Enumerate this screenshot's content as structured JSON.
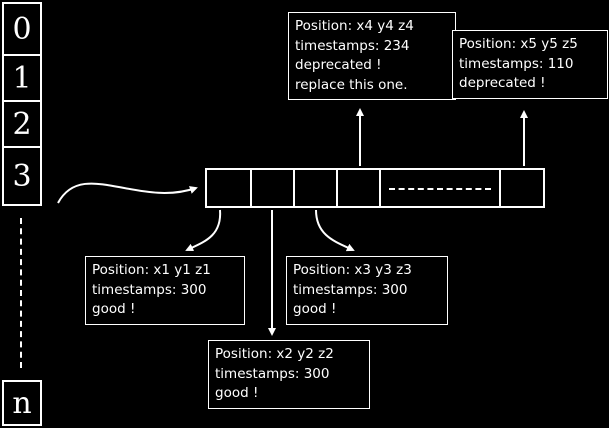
{
  "colors": {
    "background": "#000000",
    "foreground": "#ffffff"
  },
  "index_column": {
    "labels": [
      "0",
      "1",
      "2",
      "3"
    ],
    "last_label": "n"
  },
  "bucket_row": {
    "slot_count": 6,
    "ellipsis_icon": "ellipsis-horizontal-dashes"
  },
  "annotations": {
    "x4": {
      "lines": [
        "Position: x4 y4 z4",
        "timestamps: 234",
        "deprecated !",
        "replace this one."
      ]
    },
    "x5": {
      "lines": [
        "Position: x5 y5 z5",
        "timestamps: 110",
        "deprecated !"
      ]
    },
    "x1": {
      "lines": [
        "Position: x1 y1 z1",
        "timestamps: 300",
        "good !"
      ]
    },
    "x2": {
      "lines": [
        "Position: x2 y2 z2",
        "timestamps: 300",
        "good !"
      ]
    },
    "x3": {
      "lines": [
        "Position: x3 y3 z3",
        "timestamps: 300",
        "good !"
      ]
    }
  }
}
